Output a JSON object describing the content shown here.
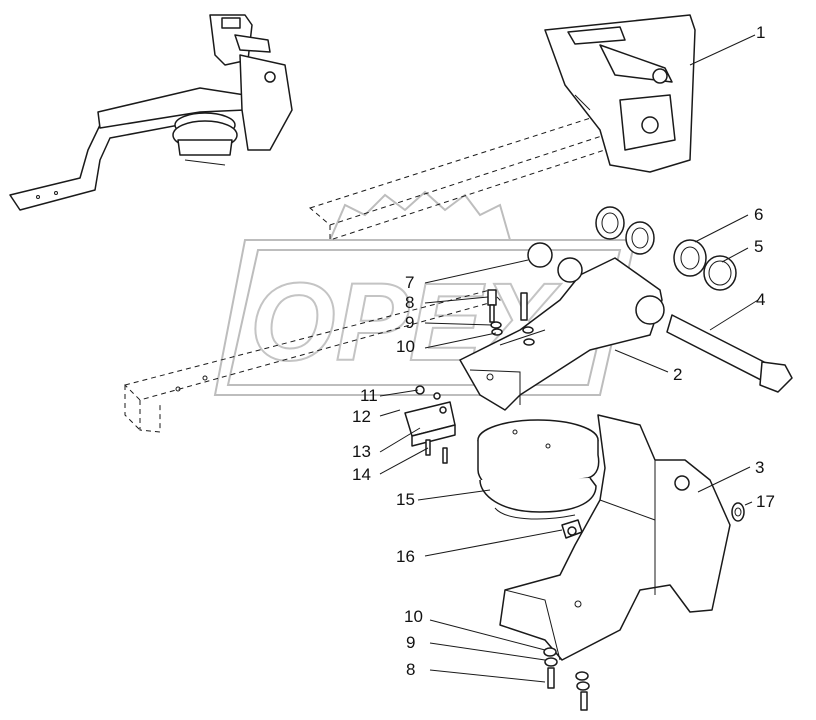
{
  "diagram": {
    "watermark_text": "OPEX",
    "callouts": [
      {
        "id": "c1",
        "label": "1"
      },
      {
        "id": "c6",
        "label": "6"
      },
      {
        "id": "c5",
        "label": "5"
      },
      {
        "id": "c4",
        "label": "4"
      },
      {
        "id": "c7",
        "label": "7"
      },
      {
        "id": "c8",
        "label": "8"
      },
      {
        "id": "c9",
        "label": "9"
      },
      {
        "id": "c10",
        "label": "10"
      },
      {
        "id": "c2",
        "label": "2"
      },
      {
        "id": "c11",
        "label": "11"
      },
      {
        "id": "c12",
        "label": "12"
      },
      {
        "id": "c13",
        "label": "13"
      },
      {
        "id": "c14",
        "label": "14"
      },
      {
        "id": "c15",
        "label": "15"
      },
      {
        "id": "c3",
        "label": "3"
      },
      {
        "id": "c17",
        "label": "17"
      },
      {
        "id": "c16",
        "label": "16"
      },
      {
        "id": "c10b",
        "label": "10"
      },
      {
        "id": "c9b",
        "label": "9"
      },
      {
        "id": "c8b",
        "label": "8"
      }
    ]
  }
}
